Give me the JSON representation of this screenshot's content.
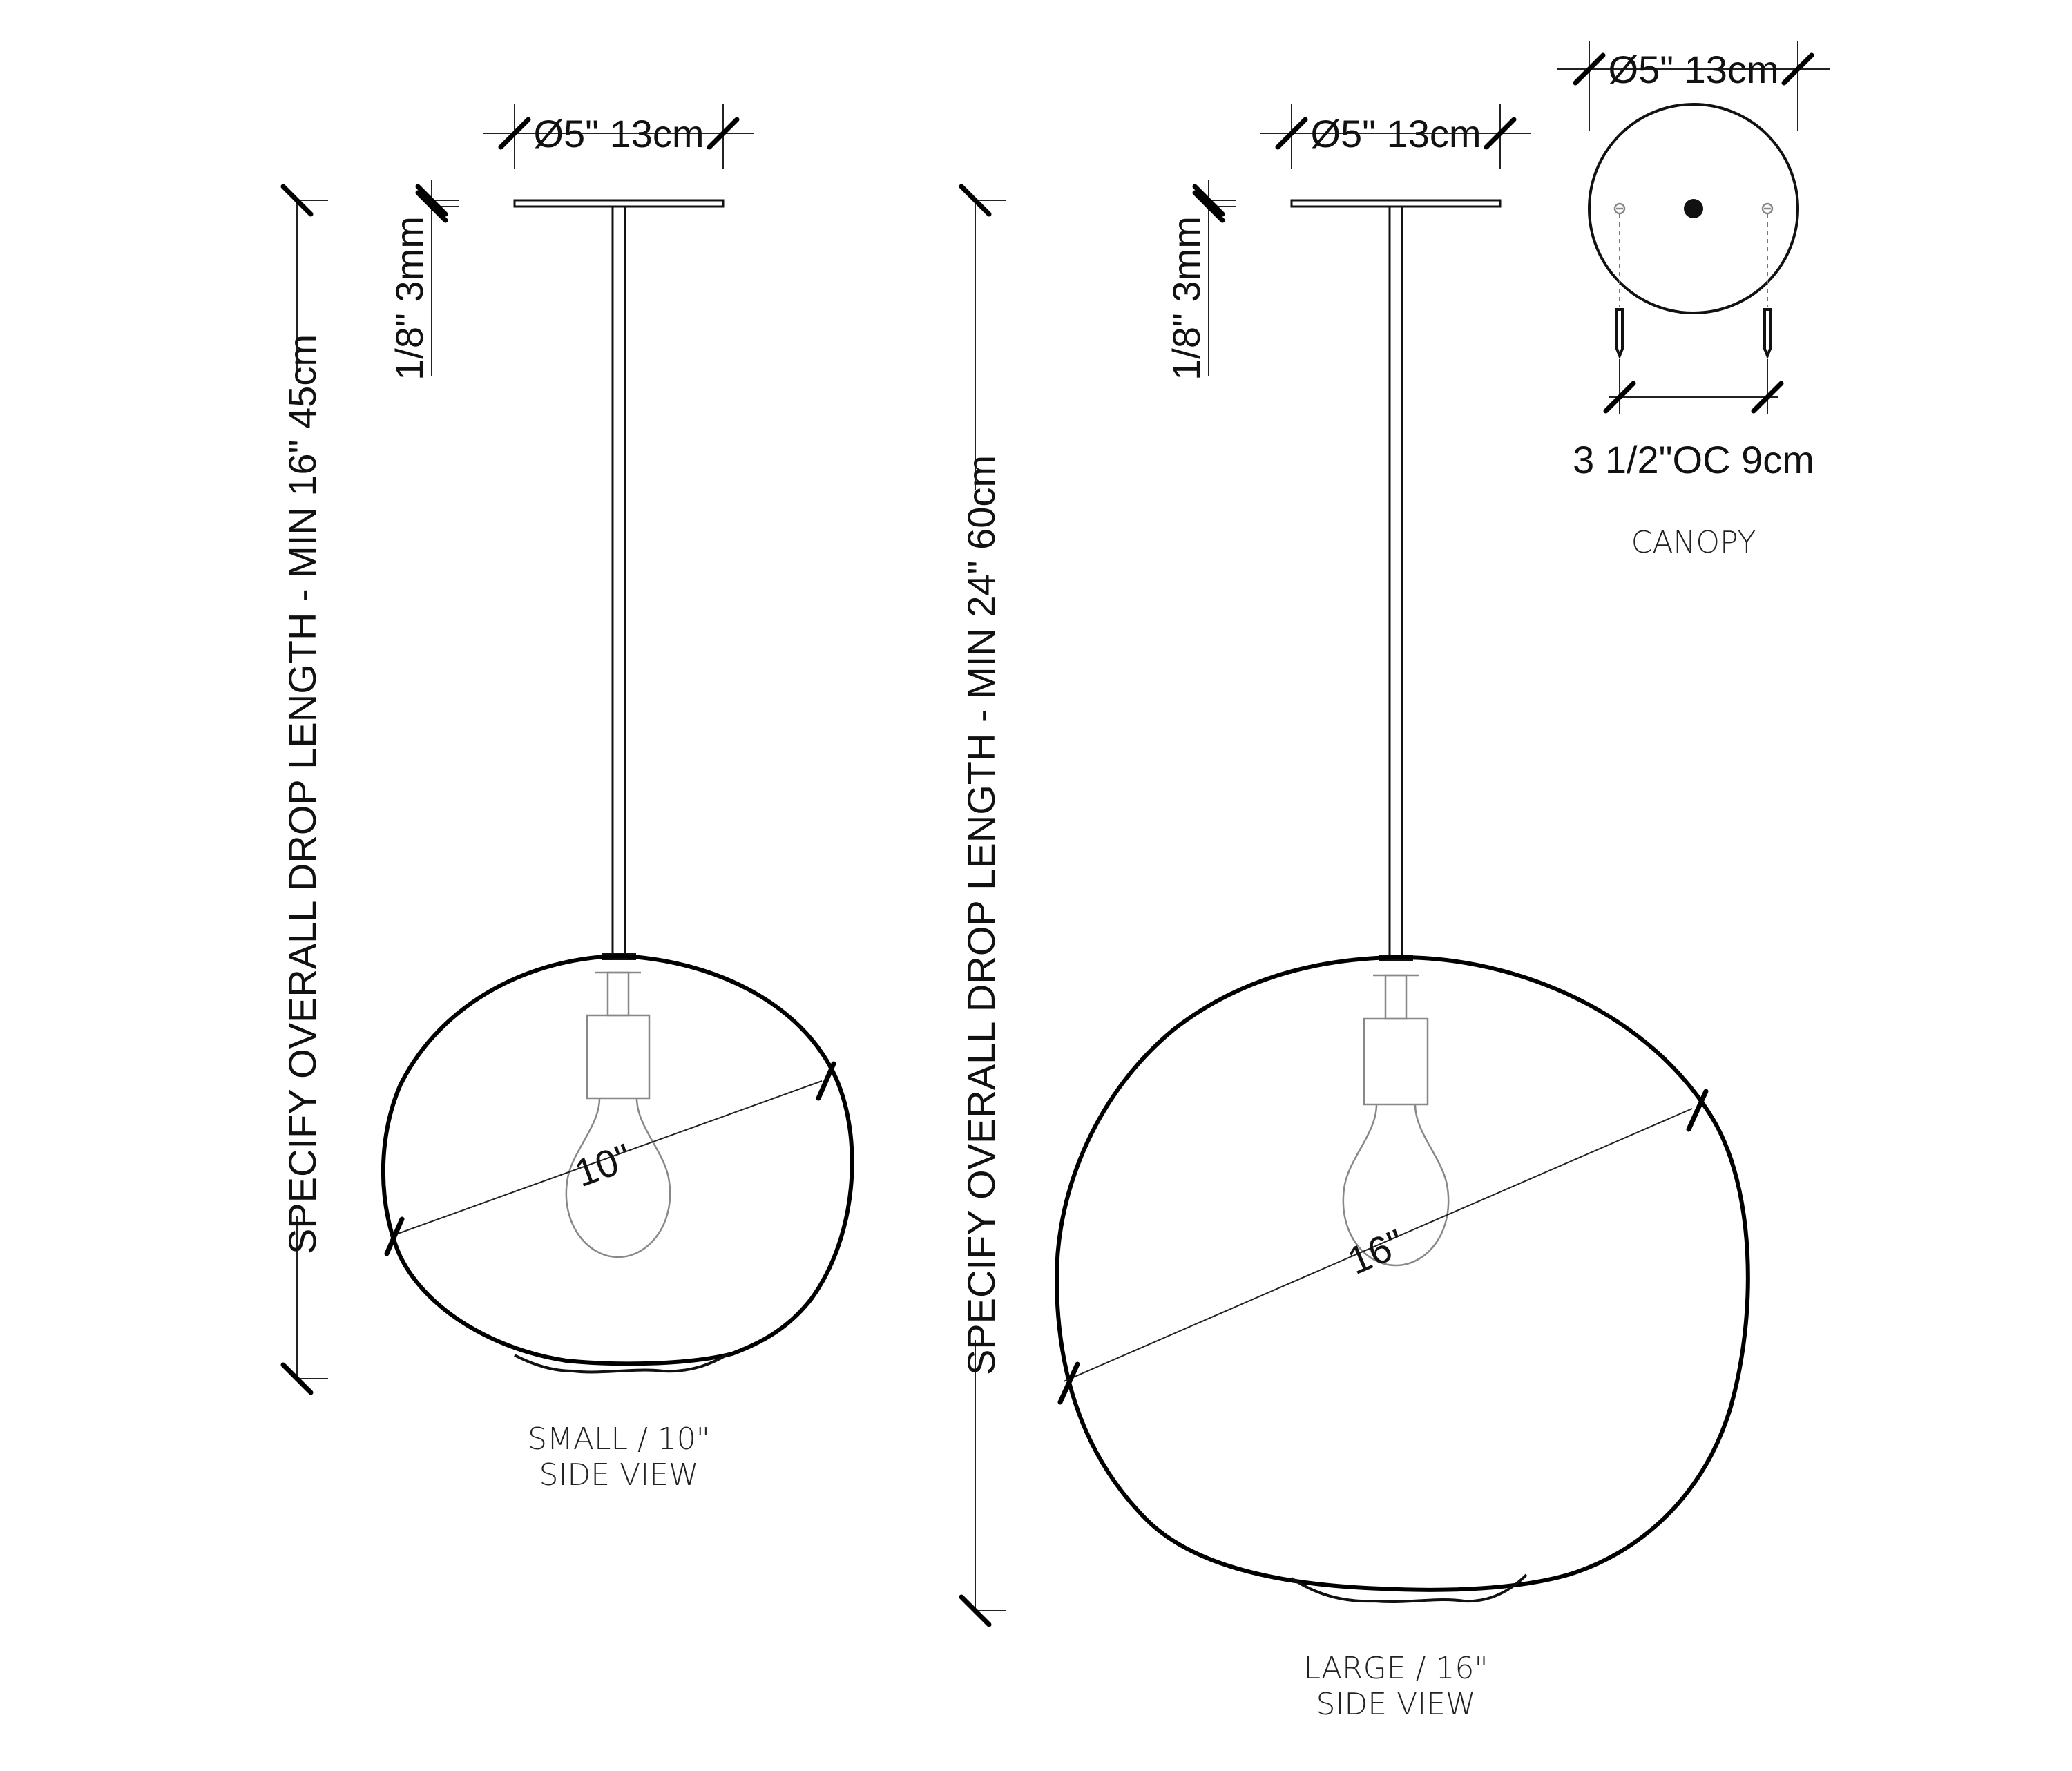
{
  "small": {
    "canopy_dim": "Ø5\" 13cm",
    "thickness_dim": "1/8\" 3mm",
    "drop_dim": "SPECIFY OVERALL DROP LENGTH - MIN 16\" 45cm",
    "shade_dim": "10\"",
    "caption_line1": "SMALL / 10\"",
    "caption_line2": "SIDE VIEW"
  },
  "large": {
    "canopy_dim": "Ø5\" 13cm",
    "thickness_dim": "1/8\" 3mm",
    "drop_dim": "SPECIFY OVERALL DROP LENGTH - MIN 24\" 60cm",
    "shade_dim": "16\"",
    "caption_line1": "LARGE / 16\"",
    "caption_line2": "SIDE VIEW"
  },
  "canopy": {
    "diameter_dim": "Ø5\" 13cm",
    "screw_spacing_dim": "3 1/2\"OC 9cm",
    "caption": "CANOPY"
  }
}
